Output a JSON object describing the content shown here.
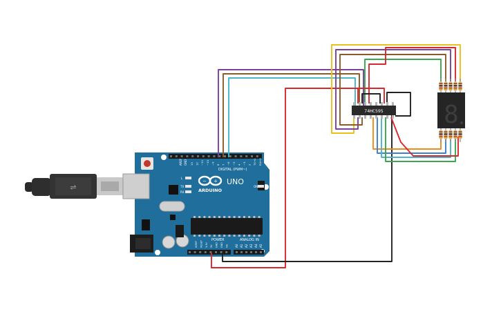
{
  "board": {
    "brand": "ARDUINO",
    "model": "UNO",
    "digital_label": "DIGITAL (PWM~)",
    "power_label": "POWER",
    "analog_label": "ANALOG IN",
    "on_label": "ON",
    "l_label": "L",
    "tx_label": "TX",
    "rx_label": "RX",
    "aref_label": "AREF",
    "gnd_label": "GND",
    "top_pins": [
      "13",
      "12",
      "~11",
      "~10",
      "~9",
      "8",
      "7",
      "~6",
      "~5",
      "4",
      "~3",
      "2",
      "TX→1",
      "RX←0"
    ],
    "power_pins": [
      "IOREF",
      "RESET",
      "3.3V",
      "5V",
      "GND",
      "GND",
      "Vin"
    ],
    "analog_pins": [
      "A0",
      "A1",
      "A2",
      "A3",
      "A4",
      "A5"
    ]
  },
  "chip": {
    "label": "74HC595"
  },
  "display": {
    "digit": "8"
  },
  "colors": {
    "board": "#1f6e9c",
    "wire_purple": "#7b3fa0",
    "wire_brown": "#8a5a2c",
    "wire_teal": "#48b7c6",
    "wire_red": "#d9282c",
    "wire_black": "#222222",
    "wire_yellow": "#e8c21a",
    "wire_orange": "#ef8a1d",
    "wire_blue": "#3a7fd0",
    "wire_green": "#3aa84a"
  }
}
